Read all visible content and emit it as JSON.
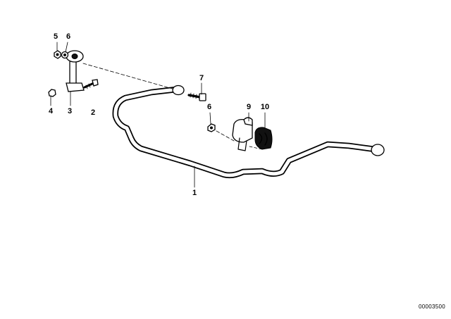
{
  "callouts": [
    {
      "id": "1",
      "label": "1"
    },
    {
      "id": "2",
      "label": "2"
    },
    {
      "id": "3",
      "label": "3"
    },
    {
      "id": "4",
      "label": "4"
    },
    {
      "id": "5",
      "label": "5"
    },
    {
      "id": "6a",
      "label": "6"
    },
    {
      "id": "6b",
      "label": "6"
    },
    {
      "id": "7",
      "label": "7"
    },
    {
      "id": "9",
      "label": "9"
    },
    {
      "id": "10",
      "label": "10"
    }
  ],
  "document_number": "00003500"
}
